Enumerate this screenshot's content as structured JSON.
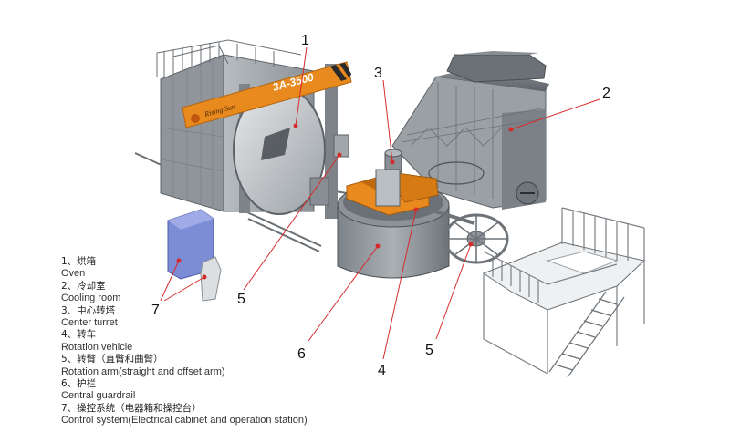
{
  "machine": {
    "model_label": "3A-3500",
    "brand_label": "Rising Sun"
  },
  "callouts": [
    "1",
    "2",
    "3",
    "4",
    "5",
    "5",
    "6",
    "7"
  ],
  "legend": [
    {
      "zh": "1、烘箱",
      "en": "Oven"
    },
    {
      "zh": "2、冷却室",
      "en": "Cooling room"
    },
    {
      "zh": "3、中心转塔",
      "en": "Center turret"
    },
    {
      "zh": "4、转车",
      "en": "Rotation vehicle"
    },
    {
      "zh": "5、转臂（直臂和曲臂）",
      "en": "Rotation arm(straight and offset arm)"
    },
    {
      "zh": "6、护栏",
      "en": "Central guardrail"
    },
    {
      "zh": "7、操控系统（电器箱和操控台）",
      "en": "Control system(Electrical cabinet and operation station)"
    }
  ],
  "colors": {
    "leader": "#d62b2b",
    "panel": "#9ea4a8",
    "panel_dark": "#6f767b",
    "accent_orange": "#e98a1e",
    "cabinet_blue": "#7c8dd6"
  }
}
